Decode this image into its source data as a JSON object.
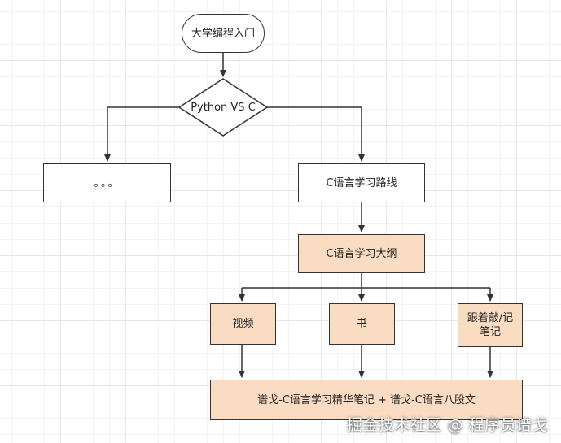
{
  "nodes": {
    "start": "大学编程入门",
    "decision": "Python VS C",
    "left_box": "。。。",
    "route": "C语言学习路线",
    "outline": "C语言学习大纲",
    "video": "视频",
    "book": "书",
    "notes": "跟着敲/记笔记",
    "final": "谱戈-C语言学习精华笔记 + 谱戈-C语言八股文"
  },
  "colors": {
    "highlight_fill": "#f9dcc2",
    "stroke": "#333333"
  },
  "watermark": "掘金技术社区 @ 程序员谱戈"
}
